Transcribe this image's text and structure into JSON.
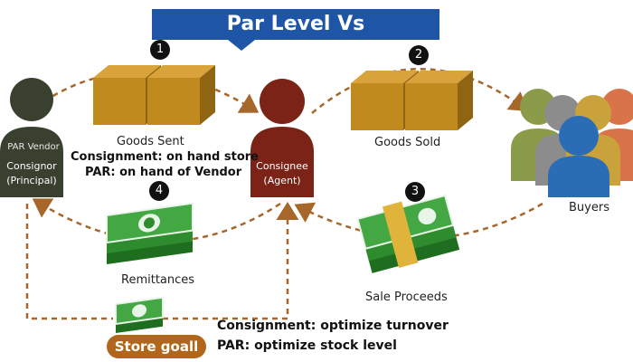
{
  "title": "Par Level Vs Consignment",
  "badges": [
    "1",
    "2",
    "3",
    "4"
  ],
  "consignor": {
    "vendor_label": "PAR Vendor",
    "line1": "Consignor",
    "line2": "(Principal)"
  },
  "consignee": {
    "line1": "Consignee",
    "line2": "(Agent)"
  },
  "buyers_label": "Buyers",
  "goods_sent_label": "Goods Sent",
  "goods_sold_label": "Goods Sold",
  "remittances_label": "Remittances",
  "sale_proceeds_label": "Sale Proceeds",
  "notes": {
    "consignment_onhand": "Consignment: on hand store",
    "par_onhand": "PAR: on hand of Vendor",
    "consignment_goal": "Consignment:  optimize turnover",
    "par_goal": "PAR: optimize stock level"
  },
  "store_goal_label": "Store goall",
  "colors": {
    "banner": "#1f55a6",
    "box": "#c08a1e",
    "consignor": "#39402f",
    "consignee": "#7a2316",
    "arrow": "#a8672a",
    "money": "#2e8b2e",
    "store_pill": "#b0661b"
  }
}
